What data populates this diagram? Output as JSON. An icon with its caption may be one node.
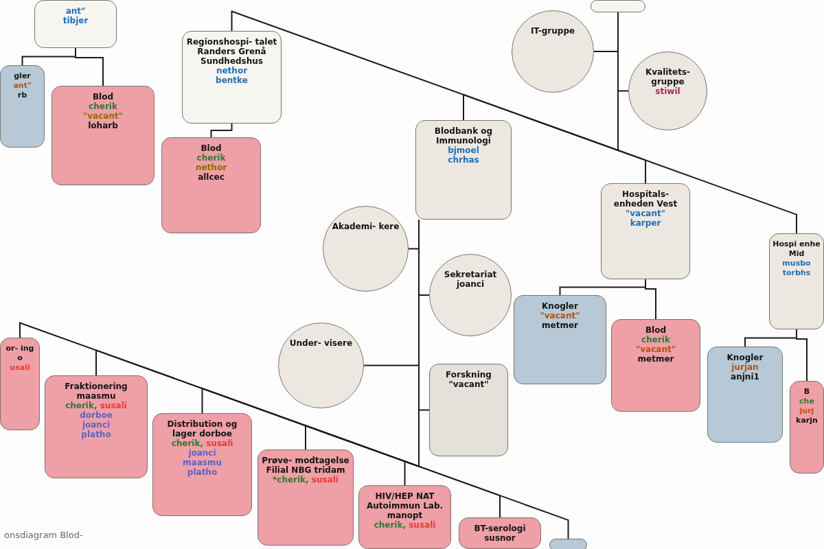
{
  "diagram": {
    "nodes": [
      {
        "text": [
          "ant\"",
          "tibjer"
        ]
      },
      {
        "text": [
          "gler",
          "ant\"",
          "rb"
        ]
      },
      {
        "text": [
          "Blod",
          "cherik",
          "\"vacant\"",
          "loharb"
        ]
      },
      {
        "text": [
          "Regionshospi- talet Randers Grenå Sundhedshus",
          "nethor",
          "bentke"
        ]
      },
      {
        "text": [
          "Blod",
          "cherik",
          "nethor",
          "allcec"
        ]
      },
      {
        "text": [],
        "shape": "box"
      },
      {
        "text": [
          "IT-gruppe"
        ]
      },
      {
        "text": [
          "Kvalitets- gruppe",
          "stiwil"
        ]
      },
      {
        "text": [
          "Blodbank og Immunologi",
          "bjmoel",
          "chrhas"
        ]
      },
      {
        "text": [
          "Hospitals- enheden Vest",
          "\"vacant\"",
          "karper"
        ]
      },
      {
        "text": [
          "Akademi- kere"
        ]
      },
      {
        "text": [
          "Sekretariat",
          "joanci"
        ]
      },
      {
        "text": [
          "Hospi enhe Mid",
          "musbo",
          "torbhs"
        ]
      },
      {
        "text": [
          "Knogler",
          "\"vacant\"",
          "metmer"
        ]
      },
      {
        "text": [
          "Blod",
          "cherik",
          "\"vacant\"",
          "metmer"
        ]
      },
      {
        "text": [
          "Under- visere"
        ]
      },
      {
        "text": [
          "Forskning \"vacant\""
        ]
      },
      {
        "text": [
          "Knogler",
          "jurjan",
          "anjni1"
        ]
      },
      {
        "text": [
          "B",
          "che",
          "jurj",
          "karjn"
        ]
      },
      {
        "text": [
          "or- ing o",
          "usali"
        ]
      },
      {
        "text": [
          "Fraktionering maasmu",
          "cherik,",
          "susali",
          "dorboe",
          "joanci",
          "platho"
        ]
      },
      {
        "text": [
          "Distribution og lager dorboe",
          "cherik,",
          "susali",
          "joanci",
          "maasmu",
          "platho"
        ]
      },
      {
        "text": [
          "Prøve- modtagelse Filial NBG tridam",
          "*cherik,",
          "susali"
        ]
      },
      {
        "text": [
          "HIV/HEP NAT Autoimmun Lab. manopt",
          "cherik,",
          "susali"
        ]
      },
      {
        "text": [
          "BT-serologi susnor"
        ]
      },
      {
        "text": [],
        "shape": "box"
      }
    ],
    "edges": [
      {
        "from": 0,
        "to": 1,
        "arrow": "none"
      },
      {
        "from": 0,
        "to": 2,
        "arrow": "none"
      },
      {
        "from": 3,
        "to": 4,
        "arrow": "none"
      },
      {
        "from": 5,
        "to": 6,
        "arrow": "none"
      },
      {
        "from": 5,
        "to": 7,
        "arrow": "none"
      },
      {
        "from": 5,
        "to": 3,
        "arrow": "none"
      },
      {
        "from": 5,
        "to": 8,
        "arrow": "none"
      },
      {
        "from": 5,
        "to": 9,
        "arrow": "none"
      },
      {
        "from": 5,
        "to": 12,
        "arrow": "none"
      },
      {
        "from": 8,
        "to": 10,
        "arrow": "none"
      },
      {
        "from": 8,
        "to": 11,
        "arrow": "none"
      },
      {
        "from": 8,
        "to": 15,
        "arrow": "none"
      },
      {
        "from": 8,
        "to": 16,
        "arrow": "none"
      },
      {
        "from": 9,
        "to": 13,
        "arrow": "none"
      },
      {
        "from": 9,
        "to": 14,
        "arrow": "none"
      },
      {
        "from": 12,
        "to": 17,
        "arrow": "none"
      },
      {
        "from": 12,
        "to": 18,
        "arrow": "none"
      },
      {
        "from": 8,
        "to": 19,
        "arrow": "none"
      },
      {
        "from": 8,
        "to": 20,
        "arrow": "none"
      },
      {
        "from": 8,
        "to": 21,
        "arrow": "none"
      },
      {
        "from": 8,
        "to": 22,
        "arrow": "none"
      },
      {
        "from": 8,
        "to": 23,
        "arrow": "none"
      },
      {
        "from": 8,
        "to": 24,
        "arrow": "none"
      },
      {
        "from": 8,
        "to": 25,
        "arrow": "none"
      }
    ],
    "labels": [
      "onsdiagram Blod-"
    ]
  }
}
